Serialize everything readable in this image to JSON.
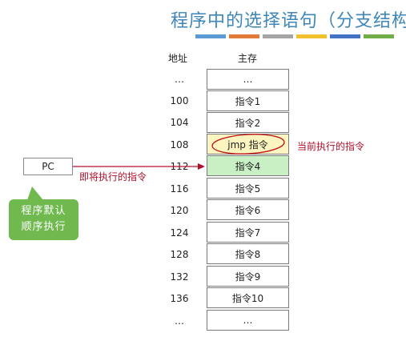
{
  "title": "程序中的选择语句（分支结构",
  "color_bars": [
    "#5b9bd5",
    "#e07b39",
    "#a5a5a5",
    "#f2c12e",
    "#4472c4",
    "#70ad47"
  ],
  "headers": {
    "address": "地址",
    "memory": "主存"
  },
  "rows": [
    {
      "addr": "…",
      "content": "…"
    },
    {
      "addr": "100",
      "content": "指令1"
    },
    {
      "addr": "104",
      "content": "指令2"
    },
    {
      "addr": "108",
      "content": "jmp 指令"
    },
    {
      "addr": "112",
      "content": "指令4"
    },
    {
      "addr": "116",
      "content": "指令5"
    },
    {
      "addr": "120",
      "content": "指令6"
    },
    {
      "addr": "124",
      "content": "指令7"
    },
    {
      "addr": "128",
      "content": "指令8"
    },
    {
      "addr": "132",
      "content": "指令9"
    },
    {
      "addr": "136",
      "content": "指令10"
    },
    {
      "addr": "…",
      "content": "…"
    }
  ],
  "current_label": "当前执行的指令",
  "pc": {
    "label": "PC",
    "arrow_label": "即将执行的指令"
  },
  "bubble": {
    "line1": "程序默认",
    "line2": "顺序执行"
  },
  "colors": {
    "current_bg": "#fdf5bf",
    "next_bg": "#c9f0c4",
    "arrow": "#b0102a",
    "bubble": "#6fb94f",
    "title": "#3f86b9"
  }
}
